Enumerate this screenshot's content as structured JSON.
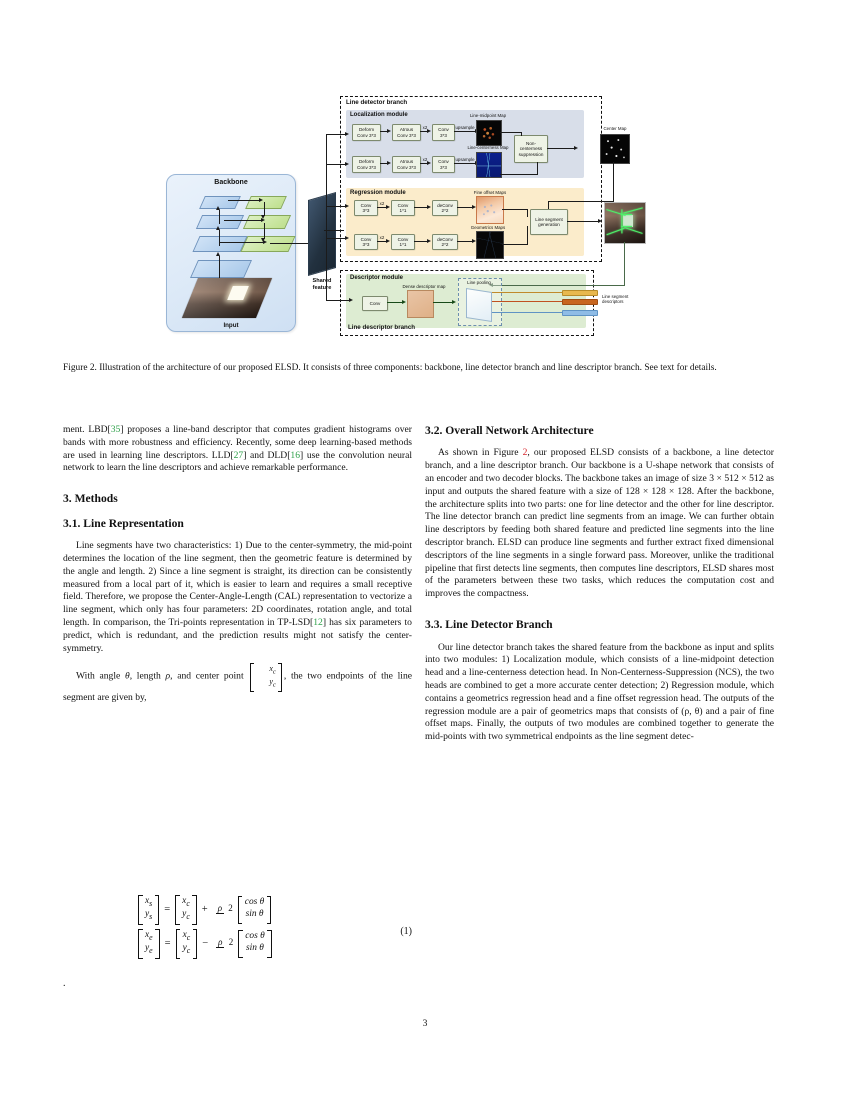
{
  "figure": {
    "backbone": {
      "title": "Backbone",
      "input_label": "Input",
      "shared_feature_label": "Shared\nfeature"
    },
    "line_detector_branch": {
      "caption": "Line detector branch",
      "localization_module": {
        "title": "Localization module",
        "top_row": [
          "Deform\nConv 3*3",
          "Atrous\nConv 3*3",
          "x2",
          "Conv\n3*3"
        ],
        "top_arrow_label": "upsample",
        "bottom_row": [
          "Deform\nConv 3*3",
          "Atrous\nConv 3*3",
          "x2",
          "Conv\n3*3"
        ],
        "bottom_arrow_label": "upsample",
        "midpoint_map_label": "Line-midpoint Map",
        "centerness_map_label": "Line-centerness Map",
        "ncs_label": "Non-\ncenterness\nsuppression"
      },
      "regression_module": {
        "title": "Regression module",
        "top_row": [
          "Conv\n3*3",
          "x2",
          "Conv\n1*1",
          "deConv\n2*2"
        ],
        "bottom_row": [
          "Conv\n3*3",
          "x2",
          "Conv\n1*1",
          "deConv\n2*2"
        ],
        "fine_offset_label": "Fine offset Maps",
        "geometrics_label": "Geometrics Maps",
        "line_segment_generation_label": "Line segment\ngeneration"
      },
      "center_map_label": "Center Map"
    },
    "line_descriptor_branch": {
      "caption": "Line descriptor branch",
      "descriptor_module": {
        "title": "Descriptor module",
        "conv_label": "Conv",
        "dense_map_label": "Dense descriptor map",
        "line_pooling_label": "Line pooling"
      },
      "output_label": "Line segment\ndescriptors"
    },
    "caption": {
      "prefix": "Figure 2.",
      "text": "Illustration of the architecture of our proposed ELSD. It consists of three components: backbone, line detector branch and line descriptor branch. See text for details."
    }
  },
  "left_column": {
    "para1": {
      "seg1": "ment. LBD[",
      "cite1": "35",
      "seg2": "] proposes a line-band descriptor that computes gradient histograms over bands with more robustness and efficiency. Recently, some deep learning-based methods are used in learning line descriptors. LLD[",
      "cite2": "27",
      "seg3": "] and DLD[",
      "cite3": "16",
      "seg4": "] use the convolution neural network to learn the line descriptors and achieve remarkable performance."
    },
    "section3": "3. Methods",
    "section31": "3.1. Line Representation",
    "para2": {
      "seg1": "Line segments have two characteristics: 1) Due to the center-symmetry, the mid-point determines the location of the line segment, then the geometric feature is determined by the angle and length. 2) Since a line segment is straight, its direction can be consistently measured from a local part of it, which is easier to learn and requires a small receptive field. Therefore, we propose the Center-Angle-Length (CAL) representation to vectorize a line segment, which only has four parameters: 2D coordinates, rotation angle, and total length. In comparison, the Tri-points representation in TP-LSD[",
      "cite1": "12",
      "seg2": "] has six parameters to predict, which is redundant, and the prediction results might not satisfy the center-symmetry."
    },
    "para3": {
      "seg1": "With angle ",
      "theta": "θ",
      "seg2": ", length ",
      "rho": "ρ",
      "seg3": ", and center point ",
      "vec_top": "x",
      "vec_top_sub": "c",
      "vec_bot": "y",
      "vec_bot_sub": "c",
      "seg4": ", the two endpoints of the line segment are given by,"
    },
    "equation": {
      "row1": {
        "lhs_top": "x",
        "lhs_top_sub": "s",
        "lhs_bot": "y",
        "lhs_bot_sub": "s",
        "eq": "=",
        "m1_top": "x",
        "m1_top_sub": "c",
        "m1_bot": "y",
        "m1_bot_sub": "c",
        "op": "+",
        "frac_num": "ρ",
        "frac_den": "2",
        "r_top": "cos θ",
        "r_bot": "sin θ"
      },
      "row2": {
        "lhs_top": "x",
        "lhs_top_sub": "e",
        "lhs_bot": "y",
        "lhs_bot_sub": "e",
        "eq": "=",
        "m1_top": "x",
        "m1_top_sub": "c",
        "m1_bot": "y",
        "m1_bot_sub": "c",
        "op": "−",
        "frac_num": "ρ",
        "frac_den": "2",
        "r_top": "cos θ",
        "r_bot": "sin θ"
      },
      "number": "(1)"
    },
    "trailing_mark": "."
  },
  "right_column": {
    "section32": "3.2. Overall Network Architecture",
    "para1": {
      "seg1": "As shown in Figure ",
      "cite1": "2",
      "seg2": ", our proposed ELSD consists of a backbone, a line detector branch, and a line descriptor branch. Our backbone is a U-shape network that consists of an encoder and two decoder blocks. The backbone takes an image of size 3 × 512 × 512 as input and outputs the shared feature with a size of 128 × 128 × 128. After the backbone, the architecture splits into two parts: one for line detector and the other for line descriptor. The line detector branch can predict line segments from an image. We can further obtain line descriptors by feeding both shared feature and predicted line segments into the line descriptor branch. ELSD can produce line segments and further extract fixed dimensional descriptors of the line segments in a single forward pass. Moreover, unlike the traditional pipeline that first detects line segments, then computes line descriptors, ELSD shares most of the parameters between these two tasks, which reduces the computation cost and improves the compactness."
    },
    "section33": "3.3. Line Detector Branch",
    "para2": {
      "seg1": "Our line detector branch takes the shared feature from the backbone as input and splits into two modules: 1) Localization module, which consists of a line-midpoint detection head and a line-centerness detection head. In Non-Centerness-Suppression (NCS), the two heads are combined to get a more accurate center detection; 2) Regression module, which contains a geometrics regression head and a fine offset regression head. The outputs of the regression module are a pair of geometrics maps that consists of (ρ, θ) and a pair of fine offset maps. Finally, the outputs of two modules are combined together to generate the mid-points with two symmetrical endpoints as the line segment detec-"
    }
  },
  "page_number": "3",
  "colors": {
    "citation_green": "#2fa14a",
    "figure_ref_red": "#d7262d",
    "backbone_panel": "#dce9f7",
    "localization_panel": "#d8dee9",
    "regression_panel": "#fbeccb",
    "descriptor_panel": "#ddecd2"
  }
}
